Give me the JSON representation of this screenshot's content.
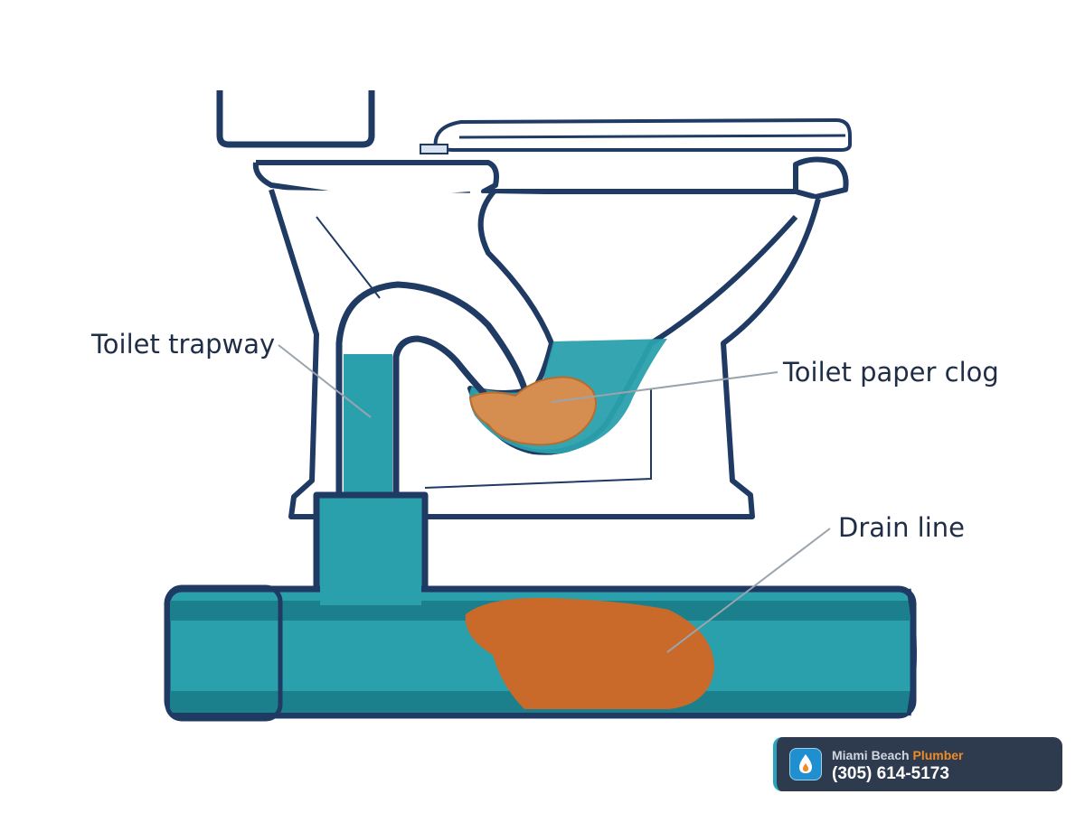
{
  "labels": {
    "trapway": "Toilet trapway",
    "paper_clog": "Toilet paper clog",
    "drain_line": "Drain line"
  },
  "badge": {
    "brand_name": "Miami Beach",
    "brand_accent": "Plumber",
    "phone": "(305) 614-5173",
    "icon": "water-drop-icon"
  },
  "colors": {
    "outline": "#1f3a63",
    "water": "#2aa0ad",
    "water_dark": "#1c7f8c",
    "clog": "#d58e4f",
    "drain_clog": "#c96a2a",
    "badge_bg": "#2e3b4f",
    "accent": "#f08a24"
  }
}
